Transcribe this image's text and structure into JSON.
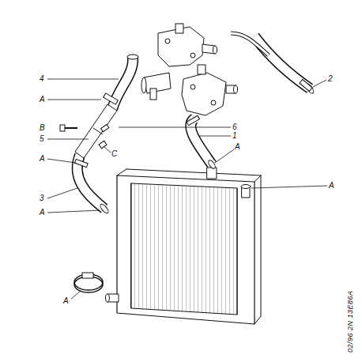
{
  "diagram": {
    "labels": [
      "4",
      "A",
      "B",
      "5",
      "C",
      "A",
      "3",
      "A",
      "2",
      "6",
      "1",
      "A",
      "A",
      "A",
      "02/96 2N 13E86A"
    ]
  }
}
